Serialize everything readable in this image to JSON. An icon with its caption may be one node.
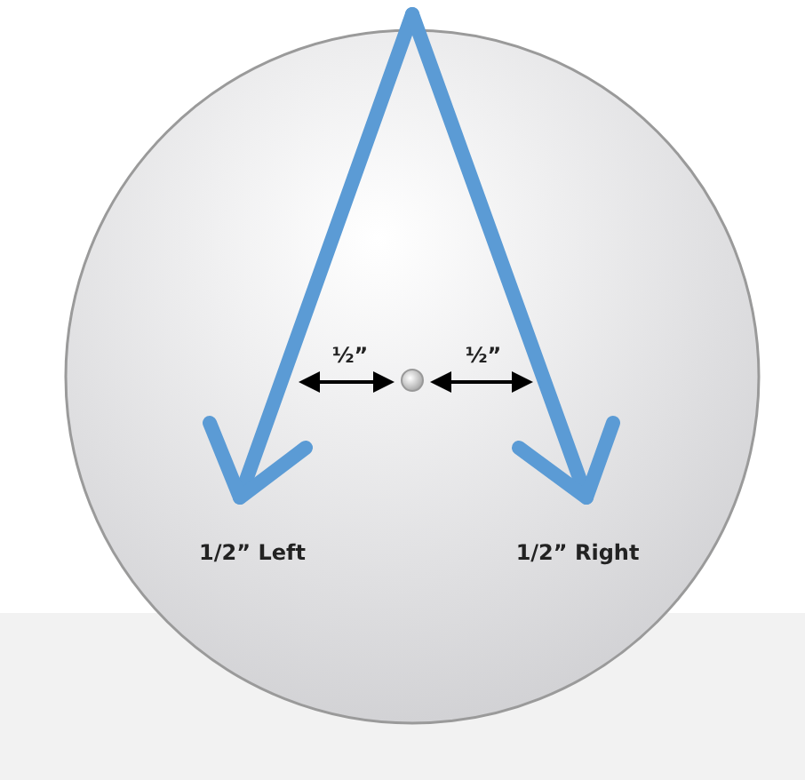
{
  "diagram": {
    "labels": [
      "½”",
      "½”",
      "1/2” Left",
      "1/2” Right"
    ]
  }
}
